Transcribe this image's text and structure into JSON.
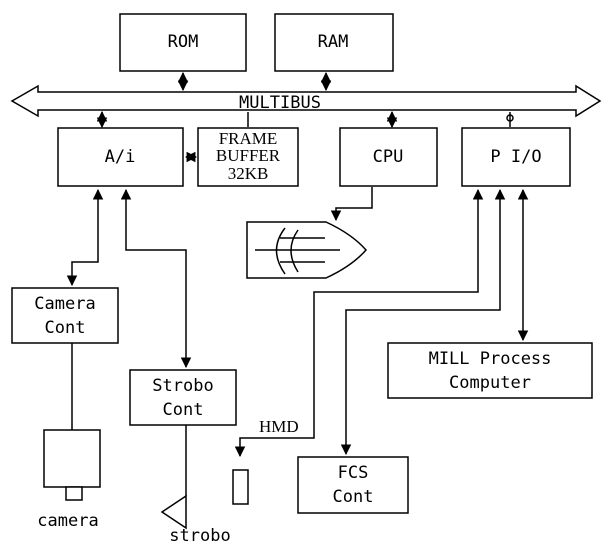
{
  "bus": {
    "label": "MULTIBUS"
  },
  "blocks": {
    "rom": "ROM",
    "ram": "RAM",
    "ai": "A/i",
    "frame_buffer": [
      "FRAME",
      "BUFFER",
      "32KB"
    ],
    "cpu": "CPU",
    "pio": "P I/O",
    "camera_cont": [
      "Camera",
      "Cont"
    ],
    "strobo_cont": [
      "Strobo",
      "Cont"
    ],
    "mill": [
      "MILL Process",
      "Computer"
    ],
    "fcs_cont": [
      "FCS",
      "Cont"
    ]
  },
  "devices": {
    "hmd": "HMD",
    "camera": "camera",
    "strobo": "strobo"
  }
}
